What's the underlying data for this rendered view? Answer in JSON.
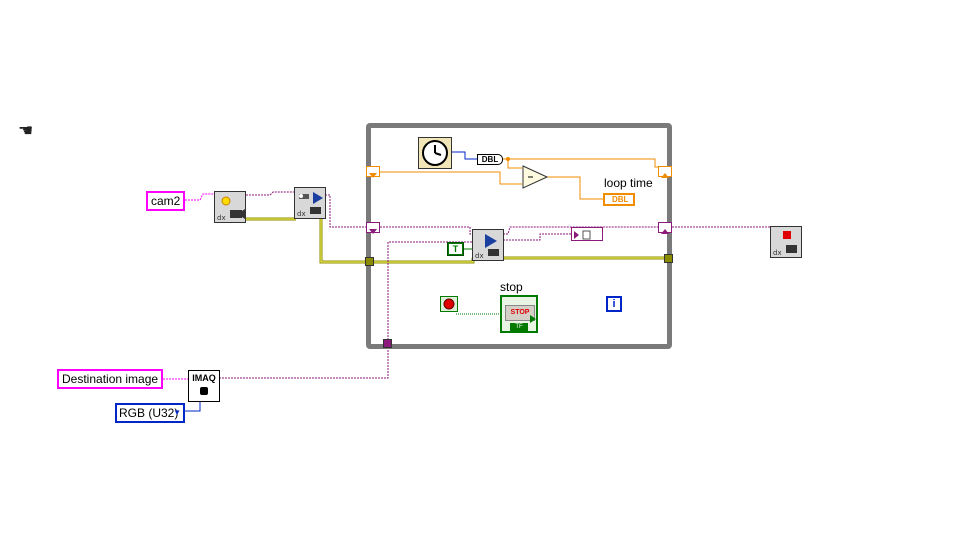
{
  "constants": {
    "camera_name": "cam2",
    "destination_image": "Destination image",
    "image_type": "RGB (U32)"
  },
  "labels": {
    "loop_time": "loop time",
    "stop": "stop",
    "dbl_convert": "DBL",
    "dbl_indicator": "DBL",
    "true_constant": "T",
    "imaq_create": "IMAQ",
    "stop_button_text": "STOP",
    "stop_button_tf": "TF",
    "iteration": "i"
  },
  "icons": {
    "hand": "hand-cursor-icon",
    "open_camera": "imaqdx-open-camera-icon",
    "configure_grab": "imaqdx-configure-grab-icon",
    "grab": "imaqdx-grab-icon",
    "close_camera": "imaqdx-close-camera-icon",
    "tick_count": "clock-icon",
    "subtract": "subtract-icon",
    "image_display": "image-display-icon",
    "stop_button": "stop-button-icon"
  },
  "colors": {
    "image_wire": "#8b1a7a",
    "session_wire": "#8b8b00",
    "numeric_wire": "#f08c00",
    "blue_wire": "#0026c8",
    "bool_wire": "#007a00",
    "loop_border": "#7a7a7a",
    "string_border": "#ff00ff",
    "enum_border": "#0026c8"
  }
}
